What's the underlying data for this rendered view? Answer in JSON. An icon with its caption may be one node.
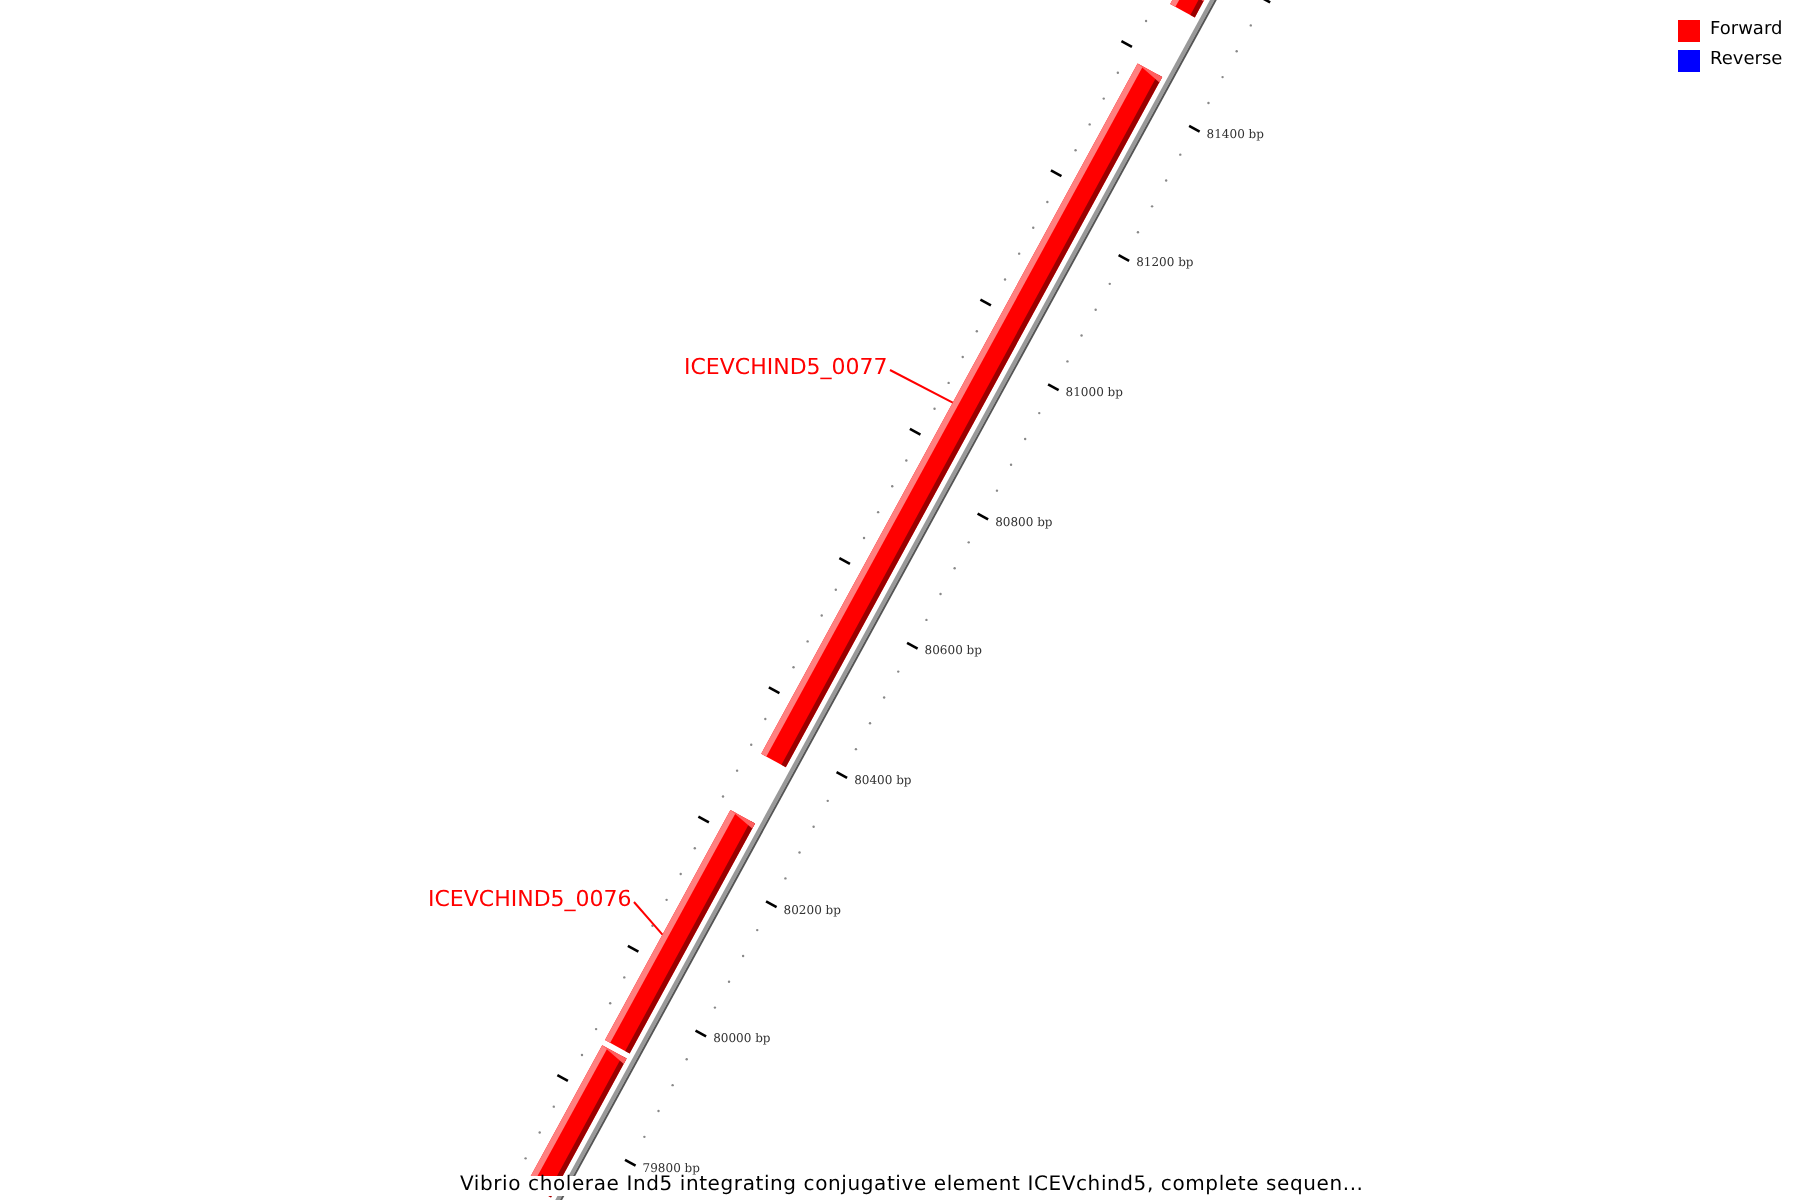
{
  "diagram": {
    "caption": "Vibrio cholerae Ind5 integrating conjugative element ICEVchind5, complete sequen...",
    "nodes": [
      {
        "text": [],
        "shape": "bar"
      },
      {
        "text": [
          "ICEVCHIND5_0077"
        ]
      },
      {
        "text": [],
        "shape": "bar"
      },
      {
        "text": [
          "ICEVCHIND5_0076"
        ]
      },
      {
        "text": [],
        "shape": "bar"
      },
      {
        "text": [],
        "shape": "bar"
      }
    ],
    "edges": [
      {
        "from": 1,
        "to": 2,
        "arrow": "none"
      },
      {
        "from": 3,
        "to": 4,
        "arrow": "none"
      }
    ],
    "labels": [
      "81400 bp",
      "81200 bp",
      "81000 bp",
      "80800 bp",
      "80600 bp",
      "80400 bp",
      "80200 bp",
      "80000 bp",
      "79800 bp"
    ],
    "legend": [
      {
        "text": "Forward",
        "color": "#ff0000"
      },
      {
        "text": "Reverse",
        "color": "#0000ff"
      }
    ]
  }
}
